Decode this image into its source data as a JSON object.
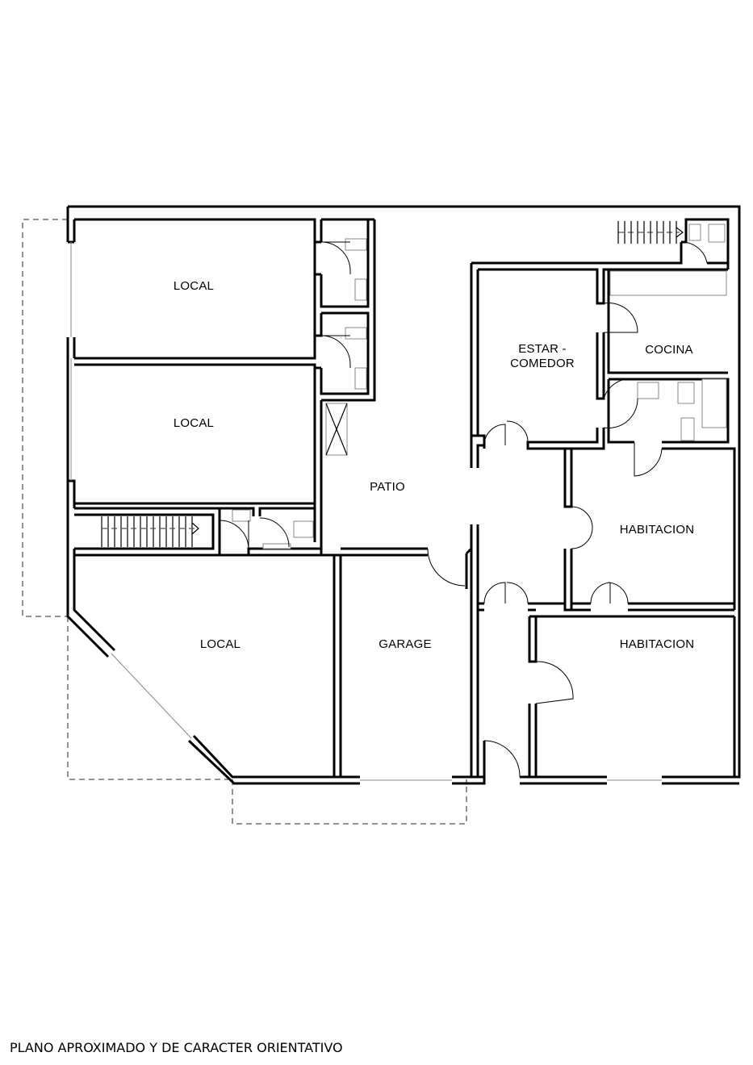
{
  "plan": {
    "rooms": {
      "local_1": "LOCAL",
      "local_2": "LOCAL",
      "local_3": "LOCAL",
      "patio": "PATIO",
      "garage": "GARAGE",
      "estar_1": "ESTAR -",
      "estar_2": "COMEDOR",
      "cocina": "COCINA",
      "habitacion_1": "HABITACION",
      "habitacion_2": "HABITACION"
    },
    "caption": "PLANO APROXIMADO Y DE CARACTER ORIENTATIVO"
  }
}
